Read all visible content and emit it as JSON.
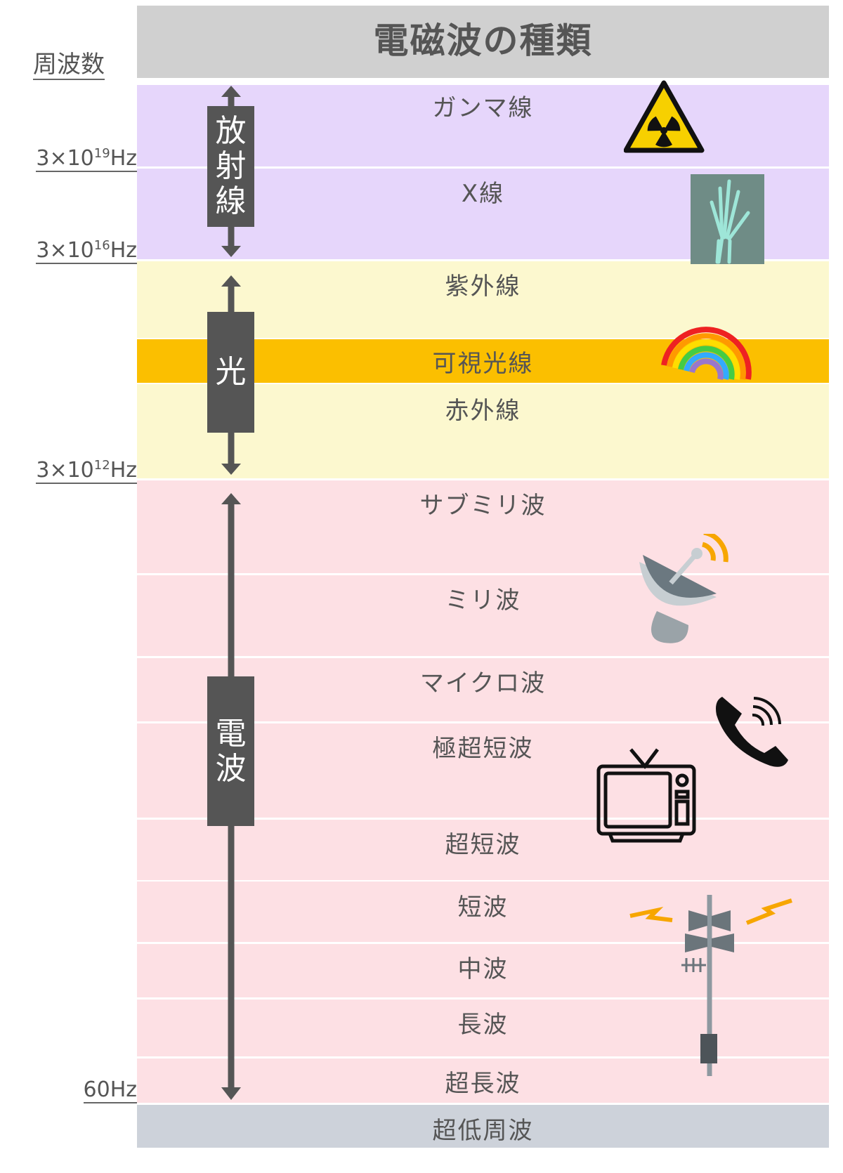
{
  "title": "電磁波の種類",
  "axis_label": "周波数",
  "frequencies": {
    "f1": {
      "base": "3×10",
      "exp": "19",
      "unit": "Hz"
    },
    "f2": {
      "base": "3×10",
      "exp": "16",
      "unit": "Hz"
    },
    "f3": {
      "base": "3×10",
      "exp": "12",
      "unit": "Hz"
    },
    "f4": "60Hz"
  },
  "categories": {
    "radiation": [
      "放",
      "射",
      "線"
    ],
    "light": [
      "光"
    ],
    "radio": [
      "電",
      "波"
    ]
  },
  "bands": [
    "ガンマ線",
    "X線",
    "紫外線",
    "可視光線",
    "赤外線",
    "サブミリ波",
    "ミリ波",
    "マイクロ波",
    "極超短波",
    "超短波",
    "短波",
    "中波",
    "長波",
    "超長波",
    "超低周波"
  ],
  "colors": {
    "title": "#d0d0d0",
    "radiation": "#e6d6fb",
    "light": "#fcf8cf",
    "visible": "#fbbf00",
    "radio": "#fde0e4",
    "elf": "#cdd2da",
    "arrow": "#555555"
  }
}
